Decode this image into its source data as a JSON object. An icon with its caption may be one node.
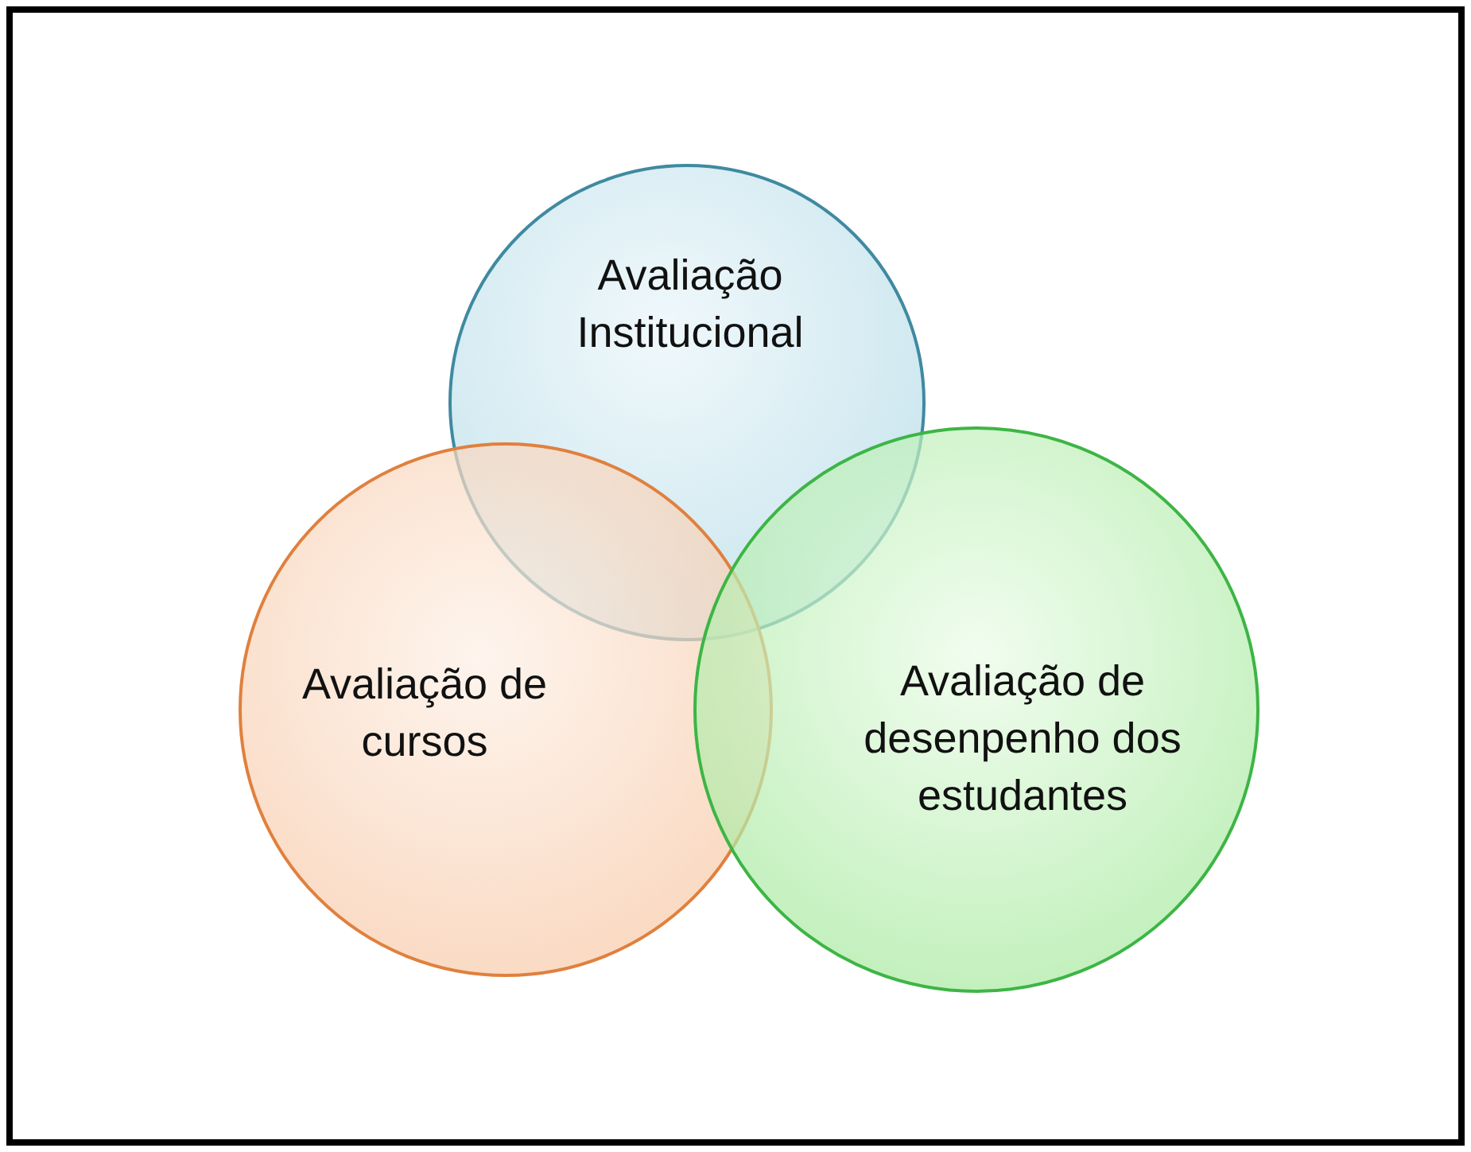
{
  "diagram": {
    "nodes": [
      {
        "text": [
          "Avaliação Institucional"
        ]
      },
      {
        "text": [
          "Avaliação de cursos"
        ]
      },
      {
        "text": [
          "Avaliação de desenpenho dos estudantes"
        ]
      }
    ],
    "edges": []
  }
}
